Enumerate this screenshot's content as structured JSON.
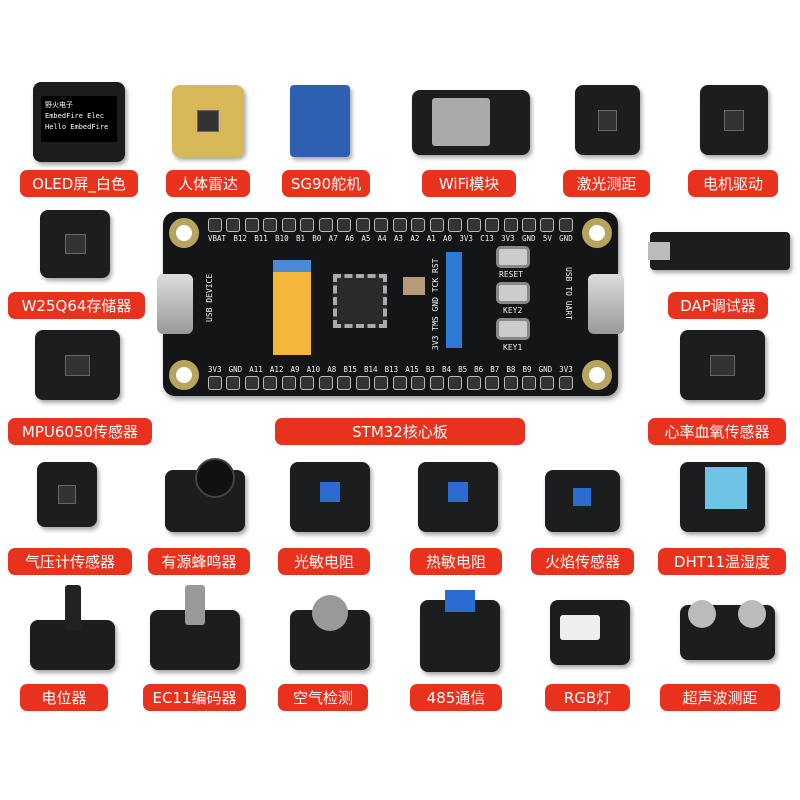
{
  "labels": {
    "oled": "OLED屏_白色",
    "radar": "人体雷达",
    "servo": "SG90舵机",
    "wifi": "WiFi模块",
    "laser": "激光测距",
    "motor": "电机驱动",
    "flash": "W25Q64存储器",
    "dap": "DAP调试器",
    "mpu": "MPU6050传感器",
    "stm32": "STM32核心板",
    "heart": "心率血氧传感器",
    "baro": "气压计传感器",
    "buzzer": "有源蜂鸣器",
    "photo": "光敏电阻",
    "thermistor": "热敏电阻",
    "flame": "火焰传感器",
    "dht11": "DHT11温湿度",
    "pot": "电位器",
    "ec11": "EC11编码器",
    "air": "空气检测",
    "rs485": "485通信",
    "rgb": "RGB灯",
    "ultrasonic": "超声波测距"
  },
  "board": {
    "top_pins": [
      "VBAT",
      "B12",
      "B11",
      "B10",
      "B1",
      "B0",
      "A7",
      "A6",
      "A5",
      "A4",
      "A3",
      "A2",
      "A1",
      "A0",
      "3V3",
      "C13",
      "3V3",
      "GND",
      "5V",
      "GND"
    ],
    "bottom_pins": [
      "3V3",
      "GND",
      "A11",
      "A12",
      "A9",
      "A10",
      "A8",
      "B15",
      "B14",
      "B13",
      "A15",
      "B3",
      "B4",
      "B5",
      "B6",
      "B7",
      "B8",
      "B9",
      "GND",
      "3V3"
    ],
    "usb_left": "USB DEVICE",
    "usb_right": "USB TO UART",
    "swd": "3V3 TMS GND TCK RST",
    "reset": "RESET",
    "key2": "KEY2",
    "key1": "KEY1"
  },
  "oled_screen": [
    "野火电子",
    "EmbedFire Elec",
    "Hello EmbedFire"
  ],
  "colors": {
    "label_bg": "#e8321e",
    "board": "#141516",
    "pad_ring": "#b7a45f"
  }
}
